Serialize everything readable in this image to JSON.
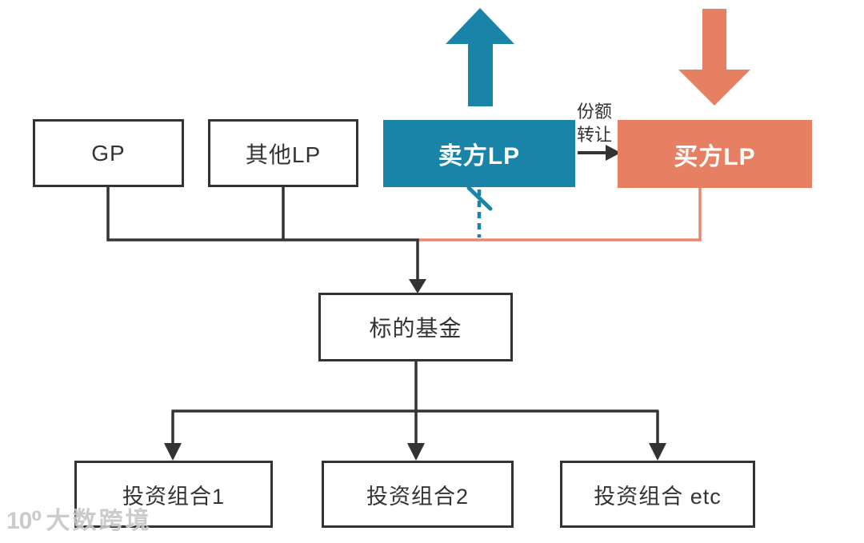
{
  "colors": {
    "teal": "#1a83a8",
    "salmon": "#e77f63",
    "salmon_line": "#e8876e",
    "line": "#333333",
    "text": "#333333",
    "watermark": "#c6c6c6"
  },
  "nodes": {
    "gp": "GP",
    "other_lp": "其他LP",
    "seller_lp": "卖方LP",
    "buyer_lp": "买方LP",
    "target_fund": "标的基金",
    "portfolio_1": "投资组合1",
    "portfolio_2": "投资组合2",
    "portfolio_etc": "投资组合 etc"
  },
  "labels": {
    "transfer_line1": "份额",
    "transfer_line2": "转让"
  },
  "edges": [
    {
      "from": "seller_lp",
      "to": "buyer_lp",
      "label": "份额转让",
      "style": "black-arrow"
    },
    {
      "from": "gp",
      "to": "target_fund",
      "style": "black-solid"
    },
    {
      "from": "other_lp",
      "to": "target_fund",
      "style": "black-solid"
    },
    {
      "from": "seller_lp",
      "to": "target_fund",
      "style": "teal-dashed-severed"
    },
    {
      "from": "buyer_lp",
      "to": "target_fund",
      "style": "salmon-solid"
    },
    {
      "from": "target_fund",
      "to": "portfolio_1",
      "style": "black-arrow"
    },
    {
      "from": "target_fund",
      "to": "portfolio_2",
      "style": "black-arrow"
    },
    {
      "from": "target_fund",
      "to": "portfolio_etc",
      "style": "black-arrow"
    }
  ],
  "flow_arrows": [
    {
      "name": "capital-out-up-arrow",
      "color": "teal",
      "direction": "up",
      "above": "seller_lp"
    },
    {
      "name": "capital-in-down-arrow",
      "color": "salmon",
      "direction": "down",
      "above": "buyer_lp"
    }
  ],
  "watermark": {
    "logo": "10⁰",
    "text": "大数跨境"
  }
}
